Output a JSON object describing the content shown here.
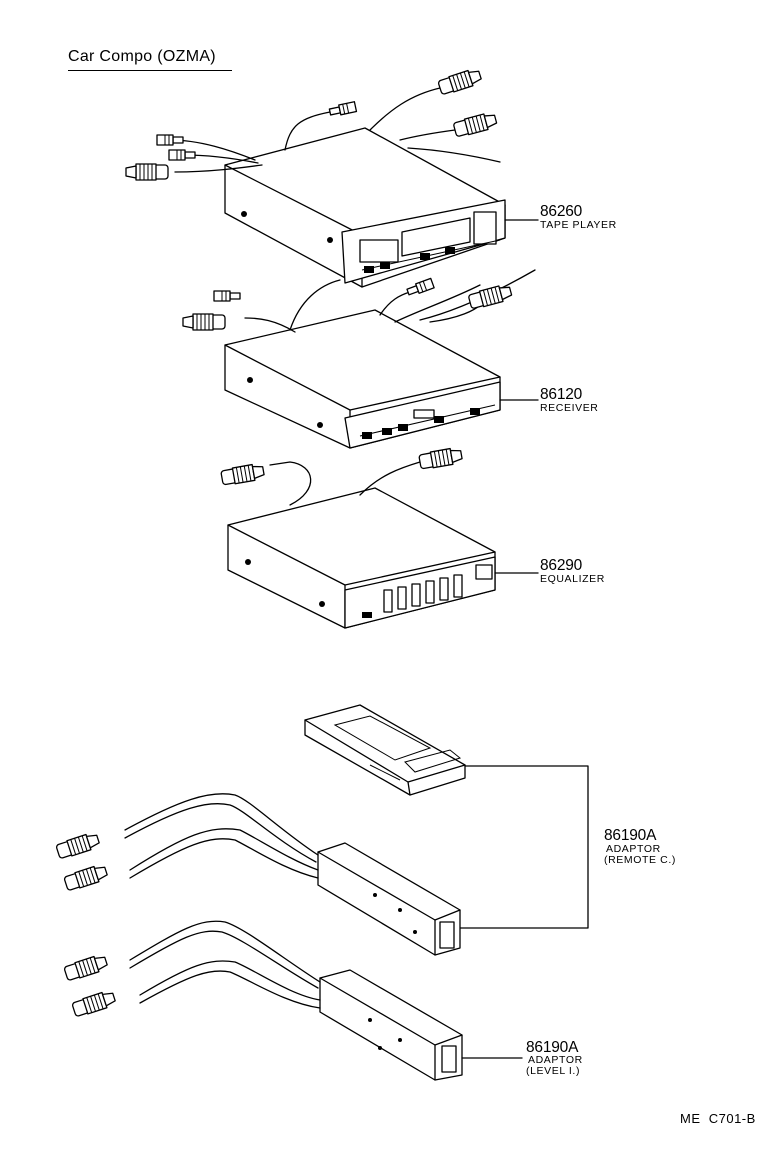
{
  "title": "Car Compo (OZMA)",
  "parts": [
    {
      "number": "86260",
      "name": "TAPE PLAYER"
    },
    {
      "number": "86120",
      "name": "RECEIVER"
    },
    {
      "number": "86290",
      "name": "EQUALIZER"
    },
    {
      "number": "86190A",
      "name": "ADAPTOR",
      "name2": "(REMOTE C.)"
    },
    {
      "number": "86190A",
      "name": "ADAPTOR",
      "name2": "(LEVEL I.)"
    }
  ],
  "diagram_code": "ME  C701-B"
}
